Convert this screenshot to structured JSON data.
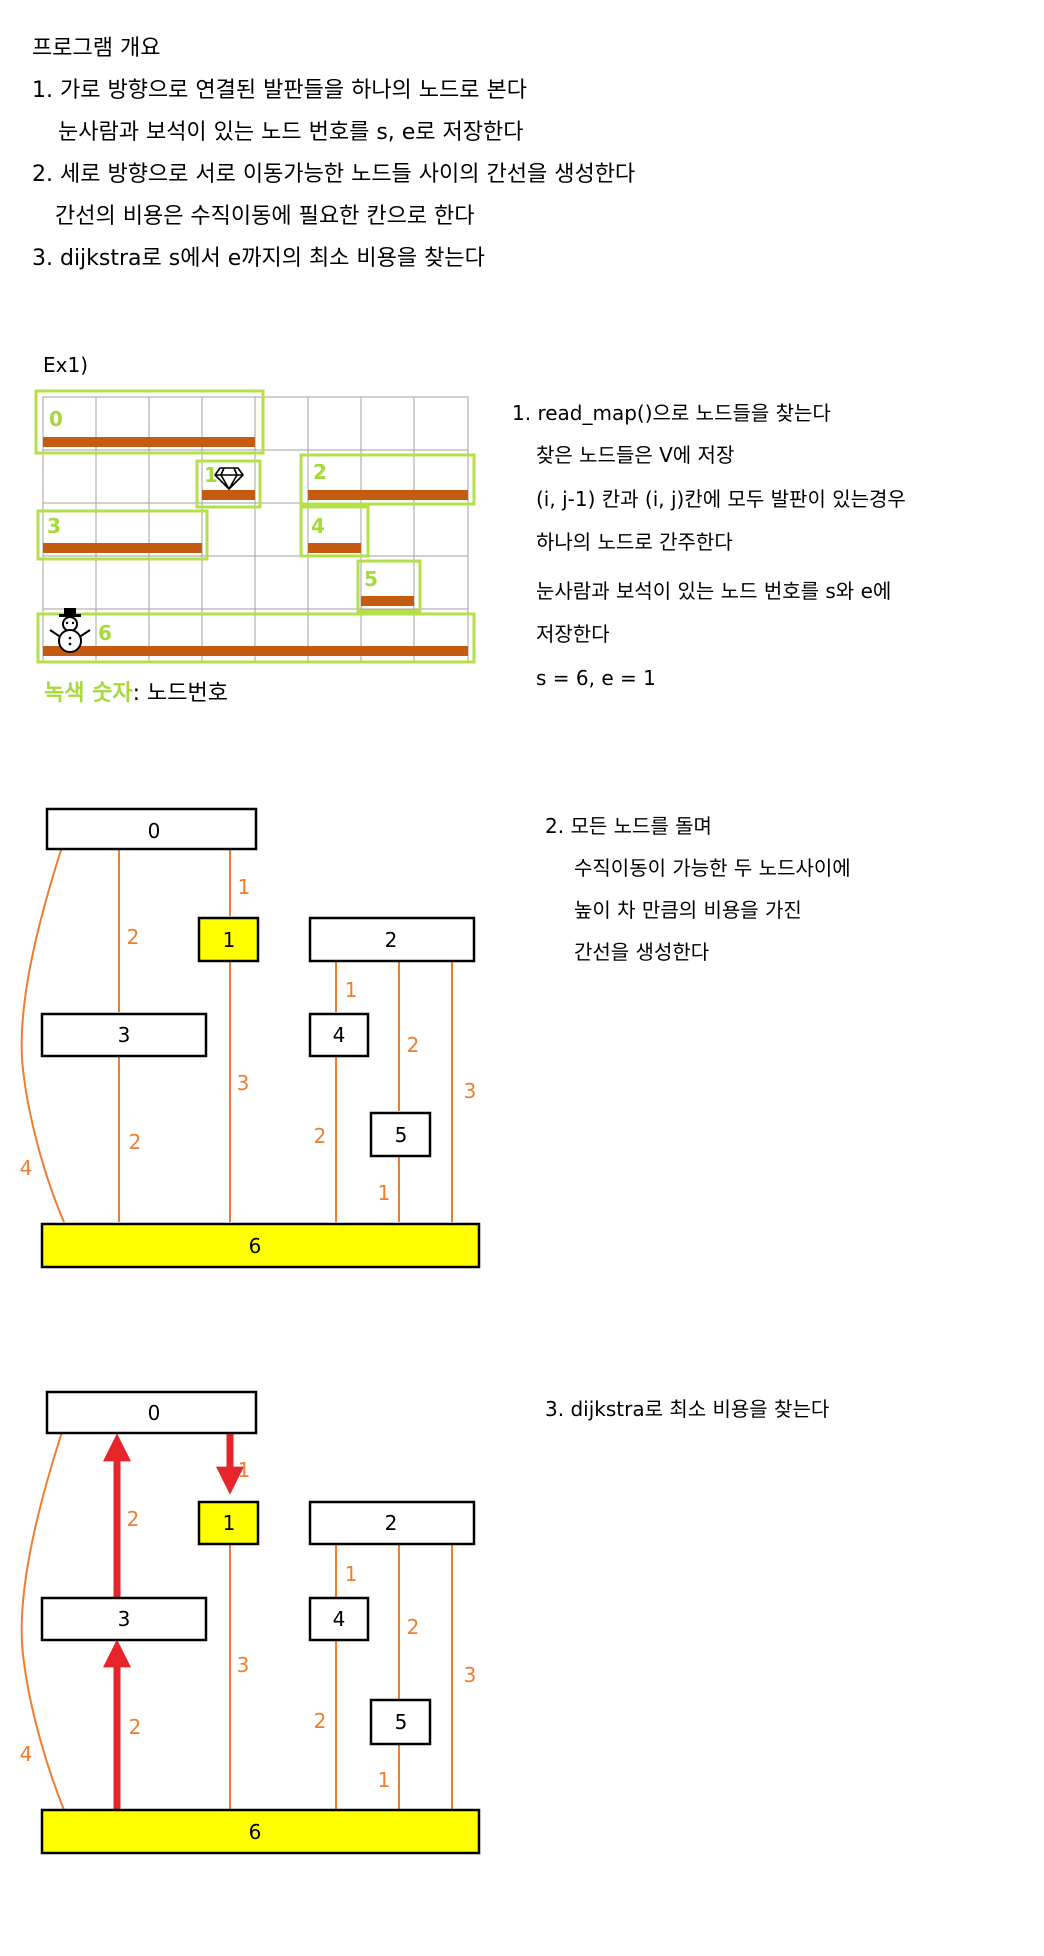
{
  "overview": {
    "title": "프로그램 개요",
    "lines": [
      "1. 가로 방향으로 연결된 발판들을 하나의 노드로 본다",
      "눈사람과 보석이 있는 노드 번호를 s, e로 저장한다",
      "2. 세로 방향으로 서로 이동가능한 노드들 사이의 간선을 생성한다",
      "간선의 비용은 수직이동에 필요한 칸으로 한다",
      "3. dijkstra로 s에서 e까지의 최소 비용을 찾는다"
    ]
  },
  "example": {
    "label": "Ex1)",
    "map_numbers": [
      "0",
      "1",
      "2",
      "3",
      "4",
      "5",
      "6"
    ],
    "legend_green": "녹색 숫자",
    "legend_rest": ": 노드번호",
    "step1_lines": [
      "1. read_map()으로 노드들을 찾는다",
      "찾은 노드들은 V에 저장",
      "(i, j-1) 칸과 (i, j)칸에 모두 발판이 있는경우",
      "하나의 노드로 간주한다",
      "눈사람과 보석이 있는 노드 번호를 s와 e에",
      "저장한다",
      "s = 6, e = 1"
    ]
  },
  "graph1": {
    "step2_lines": [
      "2. 모든 노드를 돌며",
      "수직이동이 가능한 두 노드사이에",
      "높이 차 만큼의 비용을 가진",
      "간선을 생성한다"
    ],
    "node_labels": [
      "0",
      "1",
      "2",
      "3",
      "4",
      "5",
      "6"
    ],
    "edge_labels": [
      "1",
      "2",
      "1",
      "2",
      "3",
      "3",
      "2",
      "2",
      "1",
      "4"
    ]
  },
  "graph2": {
    "step3_line": "3. dijkstra로 최소 비용을 찾는다",
    "node_labels": [
      "0",
      "1",
      "2",
      "3",
      "4",
      "5",
      "6"
    ],
    "edge_labels": [
      "1",
      "2",
      "1",
      "2",
      "3",
      "3",
      "2",
      "2",
      "1",
      "4"
    ]
  },
  "colors": {
    "edge": "#ef7d2f",
    "platform": "#c55a11",
    "node_highlight": "#ffff00",
    "green": "#a6d93a",
    "path": "#e5252a"
  }
}
